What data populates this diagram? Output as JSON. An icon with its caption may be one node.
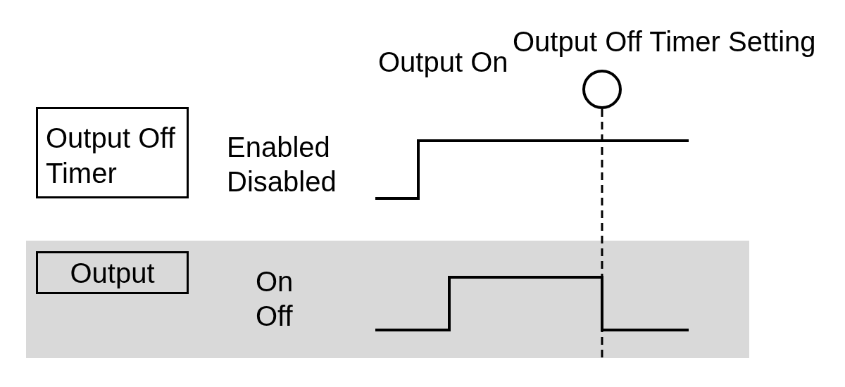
{
  "diagram": {
    "nodes": [
      {
        "text": [],
        "shape": "circle",
        "beside": [
          "Output Off Timer Setting"
        ]
      },
      {
        "text": [
          "Output Off Timer"
        ]
      },
      {
        "text": [],
        "shape": "band"
      },
      {
        "text": [
          "Output"
        ],
        "in": 2
      }
    ],
    "edges": [
      {
        "from": 0,
        "to": 2,
        "arrow": "none",
        "style": "dashed"
      }
    ],
    "labels": [
      "Output On",
      "Enabled",
      "Disabled",
      "On",
      "Off"
    ]
  }
}
